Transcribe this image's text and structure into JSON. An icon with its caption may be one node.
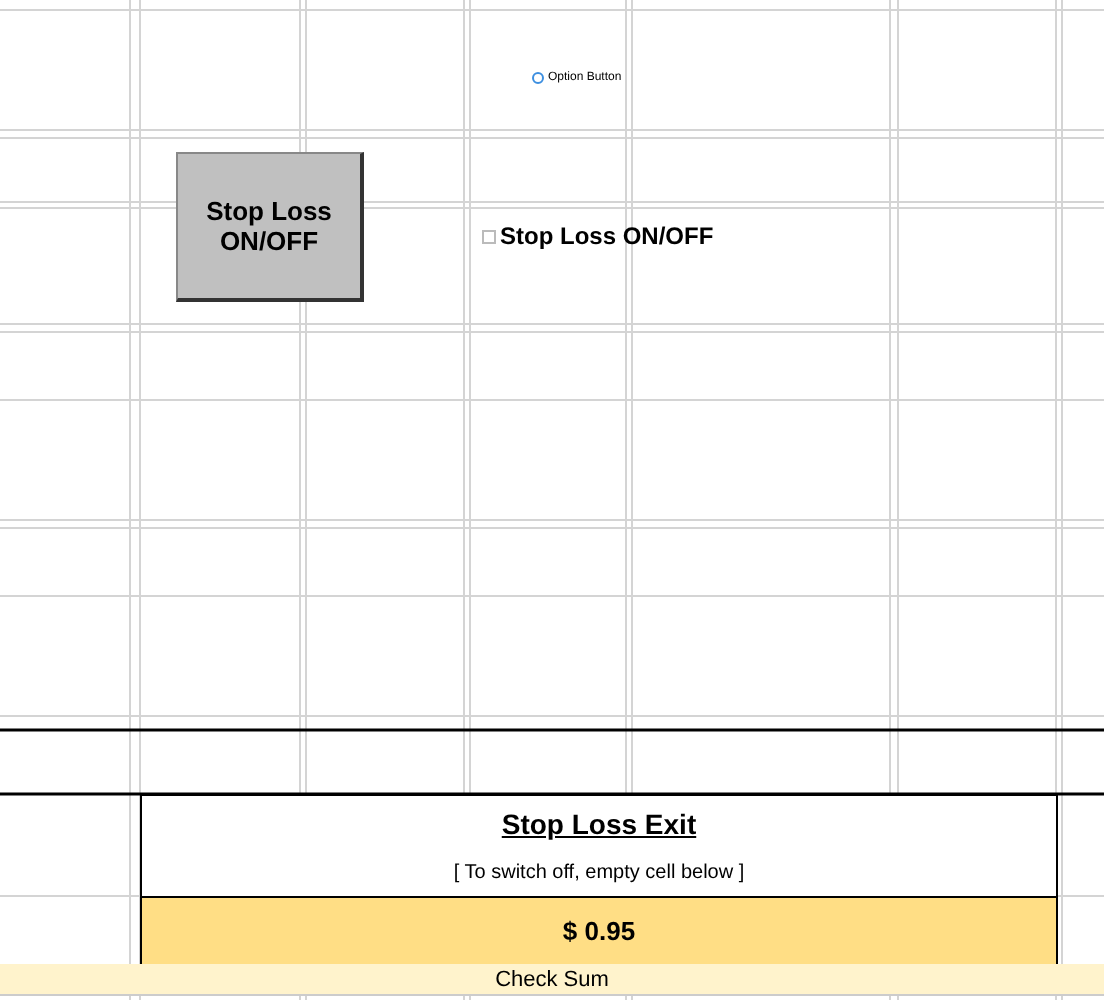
{
  "diagram": {
    "nodes": [
      {
        "text": [
          "Stop Loss ON/OFF"
        ]
      },
      {
        "text": [
          "Stop Loss Exit",
          "[ To switch off, empty cell below ]"
        ]
      },
      {
        "text": [
          "$ 0.95"
        ]
      },
      {
        "text": [
          "Check Sum"
        ]
      }
    ],
    "labels": [
      "Option Button",
      "Stop Loss ON/OFF"
    ]
  }
}
